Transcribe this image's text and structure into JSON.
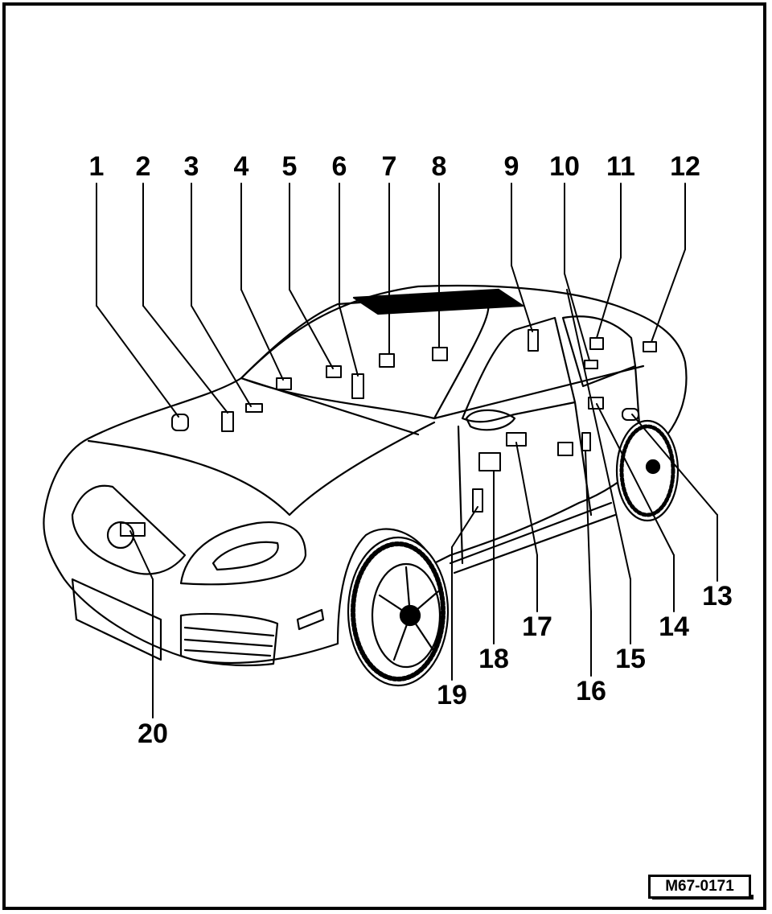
{
  "figure": {
    "reference_code": "M67-0171",
    "callouts": [
      "1",
      "2",
      "3",
      "4",
      "5",
      "6",
      "7",
      "8",
      "9",
      "10",
      "11",
      "12",
      "13",
      "14",
      "15",
      "16",
      "17",
      "18",
      "19",
      "20"
    ]
  },
  "colors": {
    "line": "#000000",
    "background": "#ffffff"
  },
  "icons": [
    "car-illustration-icon"
  ]
}
